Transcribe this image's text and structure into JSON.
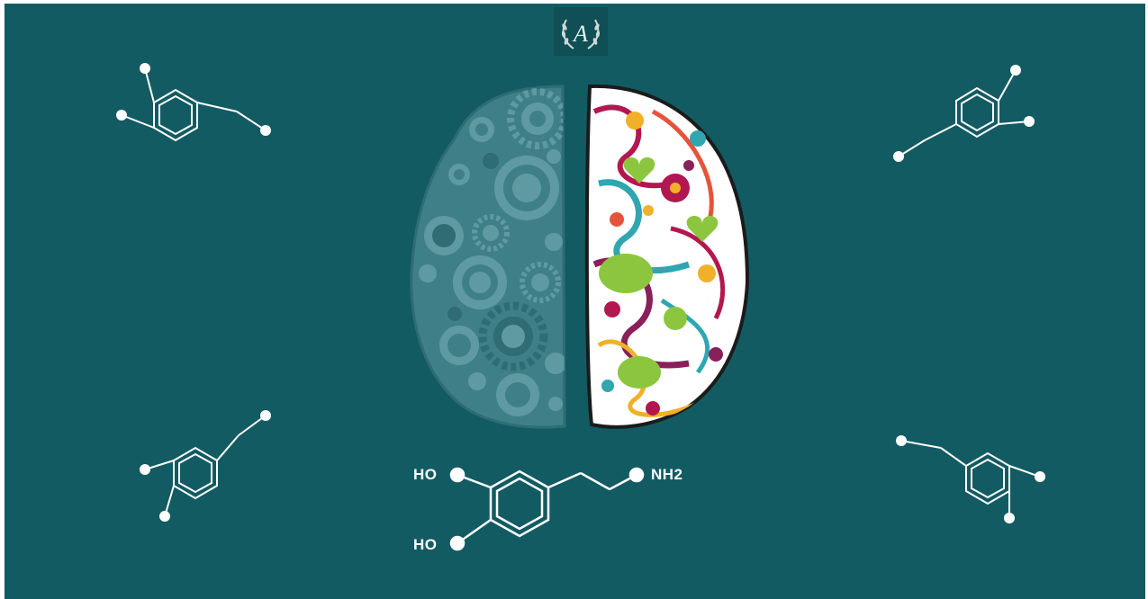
{
  "logo": {
    "letter": "A",
    "icon": "laurel-wreath-icon"
  },
  "molecule": {
    "labels": {
      "ho_top": "HO",
      "ho_bottom": "HO",
      "amine": "NH2"
    }
  },
  "colors": {
    "background": "#135b63",
    "logic_hemisphere": "#3f8088",
    "gear": "#5f9aa2",
    "creative_outline": "#1b1b1b",
    "bond": "#ffffff"
  }
}
